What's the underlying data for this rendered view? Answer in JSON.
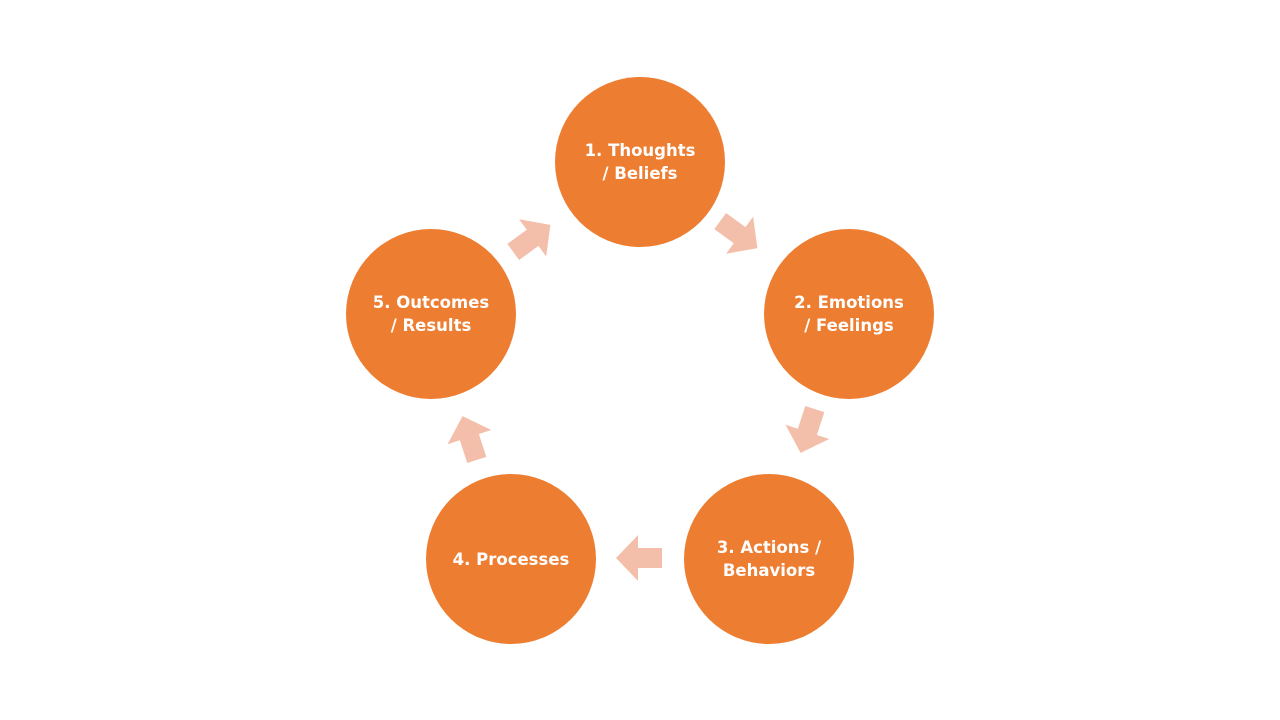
{
  "colors": {
    "node_fill": "#ED7D31",
    "arrow_fill": "#F4BFAA",
    "label_text": "#FFFFFF",
    "background": "#FFFFFF"
  },
  "cycle": {
    "nodes": [
      {
        "label": "1. Thoughts\n/ Beliefs"
      },
      {
        "label": "2. Emotions\n/ Feelings"
      },
      {
        "label": "3. Actions /\nBehaviors"
      },
      {
        "label": "4. Processes"
      },
      {
        "label": "5. Outcomes\n/ Results"
      }
    ]
  }
}
